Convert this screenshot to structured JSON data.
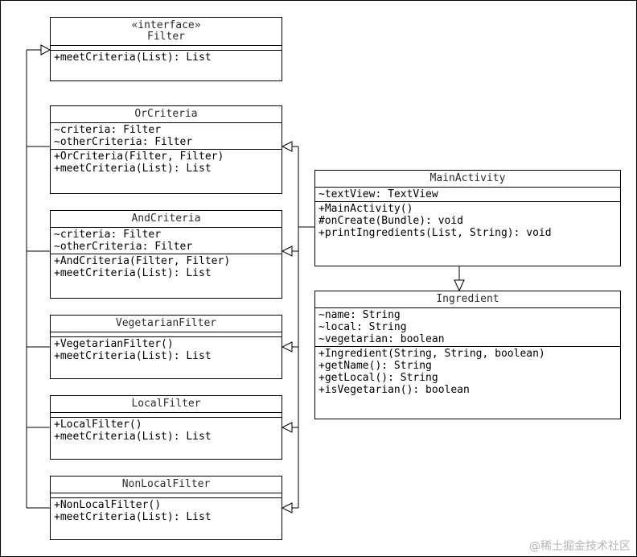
{
  "diagram": {
    "classes": [
      {
        "id": "filter",
        "stereotype": "«interface»",
        "name": "Filter",
        "attributes": [],
        "operations": [
          "+meetCriteria(List): List"
        ]
      },
      {
        "id": "orcriteria",
        "name": "OrCriteria",
        "attributes": [
          "~criteria: Filter",
          "~otherCriteria: Filter"
        ],
        "operations": [
          "+OrCriteria(Filter, Filter)",
          "+meetCriteria(List): List"
        ]
      },
      {
        "id": "andcriteria",
        "name": "AndCriteria",
        "attributes": [
          "~criteria: Filter",
          "~otherCriteria: Filter"
        ],
        "operations": [
          "+AndCriteria(Filter, Filter)",
          "+meetCriteria(List): List"
        ]
      },
      {
        "id": "vegetarianfilter",
        "name": "VegetarianFilter",
        "attributes": [],
        "operations": [
          "+VegetarianFilter()",
          "+meetCriteria(List): List"
        ]
      },
      {
        "id": "localfilter",
        "name": "LocalFilter",
        "attributes": [],
        "operations": [
          "+LocalFilter()",
          "+meetCriteria(List): List"
        ]
      },
      {
        "id": "nonlocalfilter",
        "name": "NonLocalFilter",
        "attributes": [],
        "operations": [
          "+NonLocalFilter()",
          "+meetCriteria(List): List"
        ]
      },
      {
        "id": "mainactivity",
        "name": "MainActivity",
        "attributes": [
          "~textView: TextView"
        ],
        "operations": [
          "+MainActivity()",
          "#onCreate(Bundle): void",
          "+printIngredients(List, String): void"
        ]
      },
      {
        "id": "ingredient",
        "name": "Ingredient",
        "attributes": [
          "~name: String",
          "~local: String",
          "~vegetarian: boolean"
        ],
        "operations": [
          "+Ingredient(String, String, boolean)",
          "+getName(): String",
          "+getLocal(): String",
          "+isVegetarian(): boolean"
        ]
      }
    ],
    "relations": [
      {
        "type": "realization",
        "from": "orcriteria",
        "to": "filter"
      },
      {
        "type": "realization",
        "from": "andcriteria",
        "to": "filter"
      },
      {
        "type": "realization",
        "from": "vegetarianfilter",
        "to": "filter"
      },
      {
        "type": "realization",
        "from": "localfilter",
        "to": "filter"
      },
      {
        "type": "realization",
        "from": "nonlocalfilter",
        "to": "filter"
      },
      {
        "type": "dependency",
        "from": "mainactivity",
        "to": "orcriteria"
      },
      {
        "type": "dependency",
        "from": "mainactivity",
        "to": "andcriteria"
      },
      {
        "type": "dependency",
        "from": "mainactivity",
        "to": "vegetarianfilter"
      },
      {
        "type": "dependency",
        "from": "mainactivity",
        "to": "localfilter"
      },
      {
        "type": "dependency",
        "from": "mainactivity",
        "to": "nonlocalfilter"
      },
      {
        "type": "dependency",
        "from": "mainactivity",
        "to": "ingredient"
      }
    ]
  },
  "watermark": "@稀土掘金技术社区"
}
